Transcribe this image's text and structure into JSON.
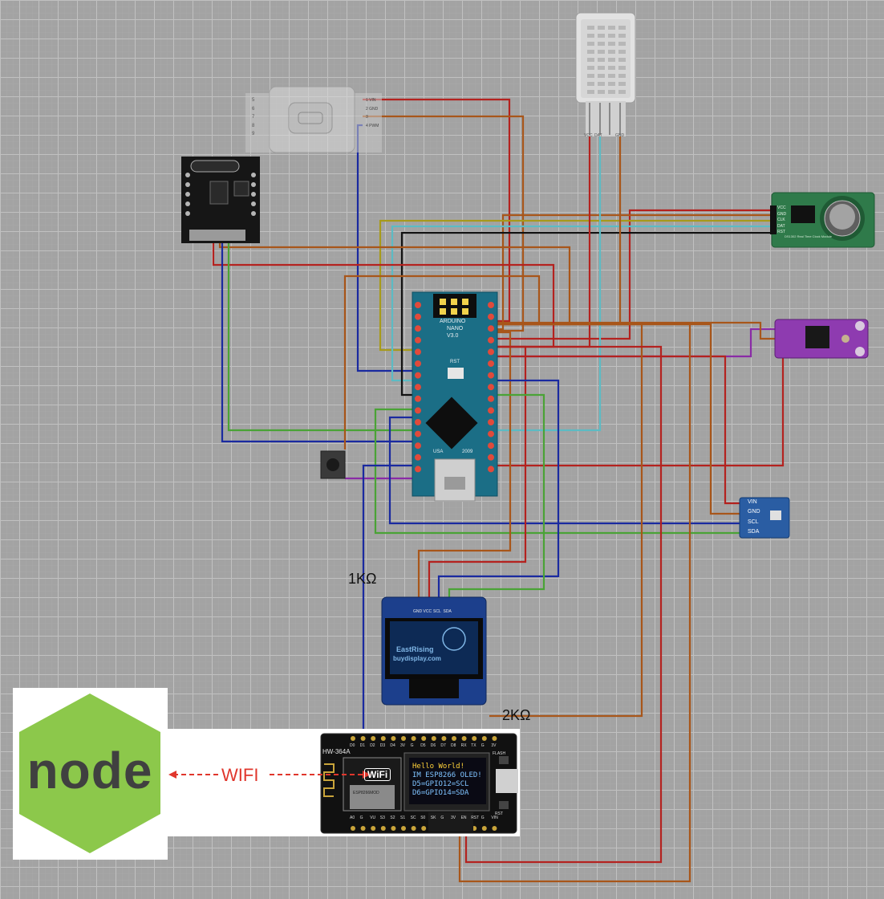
{
  "labels": {
    "resistor_1k": "1KΩ",
    "resistor_2k": "2KΩ",
    "wifi": "WIFI"
  },
  "node_logo": {
    "text": "node",
    "color": "#8cc84b"
  },
  "nano": {
    "text1": "ARDUINO",
    "text2": "NANO",
    "text3": "V3.0",
    "usa": "USA",
    "year": "2009",
    "rst": "RST"
  },
  "pir": {
    "pins_left": [
      "5",
      "6",
      "7",
      "8",
      "9"
    ],
    "pins_right": [
      "1 VIN",
      "2 GND",
      "3",
      "4 PWM"
    ]
  },
  "dht": {
    "pins": [
      "VCC",
      "DAT",
      "",
      "GND"
    ]
  },
  "rtc": {
    "pins": [
      "VCC",
      "GND",
      "CLK",
      "DAT",
      "RST"
    ],
    "caption": "DS1302 Real Time Clock Module"
  },
  "bmp": {
    "pins": [
      "VIN",
      "GND",
      "SCL",
      "SDA"
    ]
  },
  "oled": {
    "pins": [
      "GND",
      "VCC",
      "SCL",
      "SDA"
    ],
    "brand": "EastRising",
    "site": "buydisplay.com"
  },
  "esp": {
    "board": "HW-364A",
    "screen": [
      "Hello World!",
      "IM ESP8266 OLED!",
      "D5=GPIO12=SCL",
      "D6=GPIO14=SDA"
    ],
    "top_pins": [
      "D0",
      "D1",
      "D2",
      "D3",
      "D4",
      "3V",
      "G",
      "D5",
      "D6",
      "D7",
      "D8",
      "RX",
      "TX",
      "G",
      "3V"
    ],
    "bottom_pins": [
      "A0",
      "G",
      "VU",
      "S3",
      "S2",
      "S1",
      "SC",
      "S0",
      "SK",
      "G",
      "3V",
      "EN",
      "RST",
      "G",
      "VIN"
    ],
    "flash": "FLASH",
    "rst": "RST",
    "module": "ESP8266MOD",
    "wifi_badge": "WiFi"
  },
  "colors": {
    "red": "#b4221f",
    "brown": "#a8561a",
    "blue": "#1a2aa0",
    "green": "#4aa336",
    "cyan": "#5cbbc4",
    "purple": "#8a2ba6",
    "yellow": "#a79a1a",
    "black": "#111111"
  }
}
